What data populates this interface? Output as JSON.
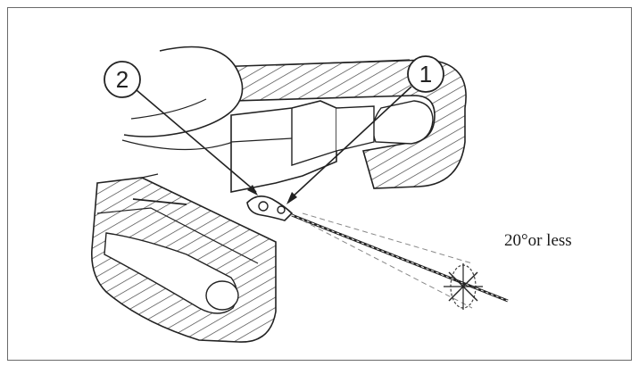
{
  "callouts": [
    {
      "number": "1"
    },
    {
      "number": "2"
    }
  ],
  "angle_label": "20°or less",
  "colors": {
    "frame": "#6a6a6a",
    "line": "#2a2a2a",
    "background": "#ffffff"
  }
}
